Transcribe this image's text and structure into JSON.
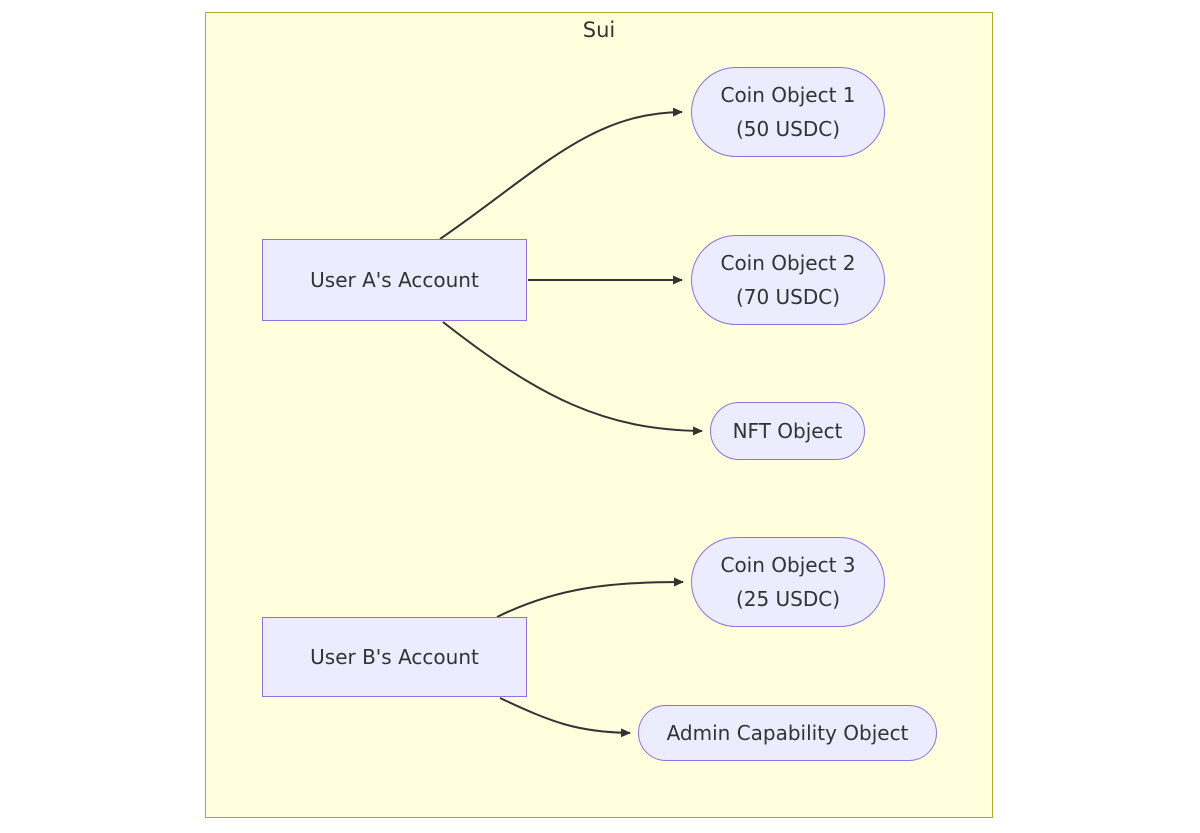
{
  "diagram": {
    "title": "Sui",
    "colors": {
      "container_fill": "#ffffde",
      "container_border": "#aaaa33",
      "node_fill": "#ececff",
      "node_border": "#9370db",
      "edge_color": "#333333",
      "text_color": "#333333"
    },
    "nodes": [
      {
        "id": "user-a",
        "shape": "rectangle",
        "title": "User A's Account",
        "subtitle": ""
      },
      {
        "id": "coin-object-1",
        "shape": "stadium",
        "title": "Coin Object 1",
        "subtitle": "(50 USDC)"
      },
      {
        "id": "coin-object-2",
        "shape": "stadium",
        "title": "Coin Object 2",
        "subtitle": "(70 USDC)"
      },
      {
        "id": "nft-object",
        "shape": "stadium",
        "title": "NFT Object",
        "subtitle": ""
      },
      {
        "id": "coin-object-3",
        "shape": "stadium",
        "title": "Coin Object 3",
        "subtitle": "(25 USDC)"
      },
      {
        "id": "user-b",
        "shape": "rectangle",
        "title": "User B's Account",
        "subtitle": ""
      },
      {
        "id": "admin-capability-object",
        "shape": "stadium",
        "title": "Admin Capability Object",
        "subtitle": ""
      }
    ],
    "edges": [
      {
        "from": "User A's Account",
        "to": "Coin Object 1"
      },
      {
        "from": "User A's Account",
        "to": "Coin Object 2"
      },
      {
        "from": "User A's Account",
        "to": "NFT Object"
      },
      {
        "from": "User B's Account",
        "to": "Coin Object 3"
      },
      {
        "from": "User B's Account",
        "to": "Admin Capability Object"
      }
    ]
  }
}
